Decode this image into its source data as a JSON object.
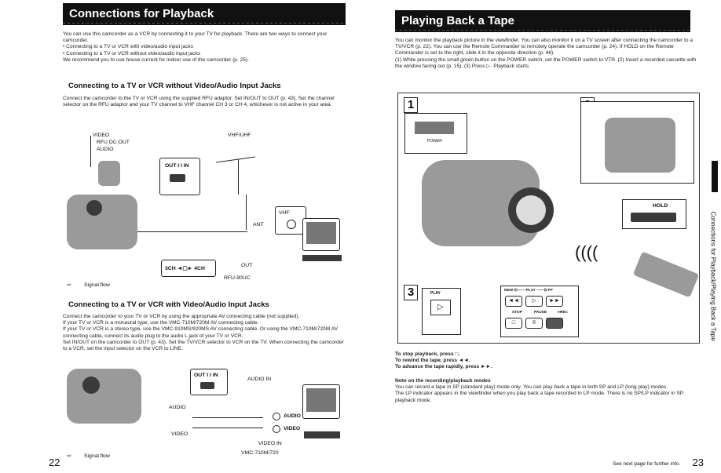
{
  "left": {
    "title": "Connections for Playback",
    "intro": [
      "You can use this camcorder as a VCR by connecting it to your TV for playback. There are two ways to connect your camcorder.",
      "• Connecting to a TV or VCR with video/audio input jacks",
      "• Connecting to a TV or VCR without video/audio input jacks",
      "We recommend you to use house current for indoor use of the camcorder (p. 25)."
    ],
    "section1": {
      "heading": "Connecting to a TV or VCR without Video/Audio Input Jacks",
      "text": "Connect the camcorder to the TV or VCR using the supplied RFU adaptor. Set IN/OUT to OUT (p. 43). Set the channel selector on the RFU adaptor and your TV channel to VHF channel CH 3 or CH 4, whichever is not active in your area.",
      "fig": {
        "video": "VIDEO",
        "rfu_dc_out": "RFU DC OUT",
        "audio": "AUDIO",
        "out_in": "OUT I I IN",
        "vhf_uhf": "VHF/UHF",
        "ant": "ANT",
        "vhf": "VHF",
        "out": "OUT",
        "ch": "3CH  ◄▢►  4CH",
        "rfu": "RFU-90UC",
        "signal": "Signal flow"
      }
    },
    "section2": {
      "heading": "Connecting to a TV or VCR with Video/Audio Input Jacks",
      "text": [
        "Connect the camcorder to your TV or VCR by using the appropriate AV connecting cable (not supplied).",
        "If your TV or VCR is a monaural type, use the VMC-710M/720M AV connecting cable.",
        "If your TV or VCR is a stereo type, use the VMC-910MS/920MS AV connecting cable. Or using the VMC-710M/720M AV connecting cable, connect its audio plug to the audio L jack of your TV or VCR.",
        "Set IN/OUT on the camcorder to OUT (p. 43). Set the TV/VCR selector to VCR on the TV. When connecting the camcorder to a VCR, set the input selector on the VCR to LINE."
      ],
      "fig": {
        "out_in": "OUT I I IN",
        "audio": "AUDIO",
        "video": "VIDEO",
        "audio_in": "AUDIO IN",
        "video_in": "VIDEO IN",
        "audio_jack": "AUDIO",
        "video_jack": "VIDEO",
        "cable": "VMC-710M/720",
        "signal": "Signal flow"
      }
    },
    "page_number": "22"
  },
  "right": {
    "title": "Playing Back a Tape",
    "intro": "You can monitor the playback picture in the viewfinder. You can also monitor it on a TV screen after connecting the camcorder to a TV/VCR (p. 22). You can use the Remote Commander to remotely operate the camcorder (p. 24). If HOLD on the Remote Commander is set to the right, slide it in the opposite direction (p. 46).",
    "steps": "(1) While pressing the small green button on the POWER switch, set the POWER switch to VTR. (2) Insert a recorded cassette with the window facing out (p. 15). (3) Press ▷. Playback starts.",
    "fig": {
      "n1": "1",
      "n2": "2",
      "n3": "3",
      "power": "POWER",
      "hold": "HOLD",
      "play": "PLAY",
      "rew": "REW ⊡—— PLAY ——⊡ FF",
      "stop": "STOP",
      "pause": "PAUSE",
      "rec": "●REC"
    },
    "stop_line": "To stop playback, press □.",
    "rewind_line": "To rewind the tape, press ◄◄.",
    "advance_line": "To advance the tape rapidly, press ►►.",
    "note_heading": "Note on the recording/playback modes",
    "note_text": [
      "You can record a tape in SP (standard play) mode only. You can play back a tape in both SP and LP (long play) modes.",
      "The LP indicator appears in the viewfinder when you play back a tape recorded in LP mode. There is no SP/LP indicator in SP playback mode."
    ],
    "side_tab": "Connections for Playback/Playing Back a Tape",
    "see_next": "See next page for further info.",
    "page_number": "23"
  }
}
